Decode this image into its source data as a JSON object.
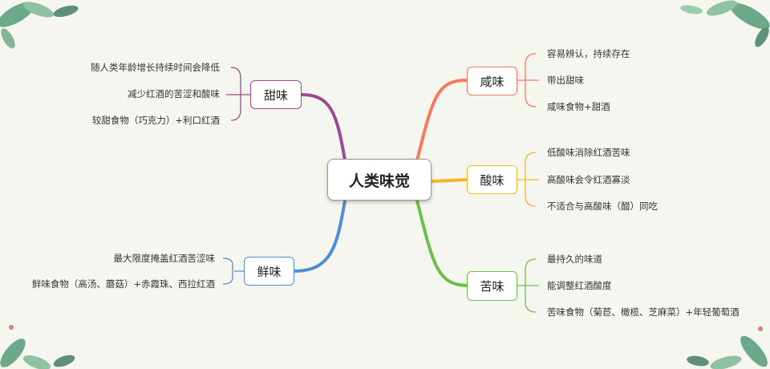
{
  "center": {
    "label": "人类味觉"
  },
  "branches": {
    "salty": {
      "label": "咸味",
      "color": "#f47a5a",
      "leaves": [
        "容易辨认，持续存在",
        "带出甜味",
        "咸味食物+甜酒"
      ]
    },
    "sour": {
      "label": "酸味",
      "color": "#f2b623",
      "leaves": [
        "低酸味消除红酒苦味",
        "高酸味会令红酒寡淡",
        "不适合与高酸味（醋）同吃"
      ]
    },
    "bitter": {
      "label": "苦味",
      "color": "#6cc04a",
      "leaves": [
        "最持久的味道",
        "能调整红酒酸度",
        "苦味食物（菊苣、橄榄、芝麻菜）+年轻葡萄酒"
      ]
    },
    "sweet": {
      "label": "甜味",
      "color": "#9a4b8f",
      "leaves": [
        "随人类年龄增长持续时间会降低",
        "减少红酒的苦涩和酸味",
        "较甜食物（巧克力）+利口红酒"
      ]
    },
    "umami": {
      "label": "鲜味",
      "color": "#4f8fd1",
      "leaves": [
        "最大限度掩盖红酒苦涩味",
        "鲜味食物（高汤、蘑菇）+赤霞珠、西拉红酒"
      ]
    }
  }
}
